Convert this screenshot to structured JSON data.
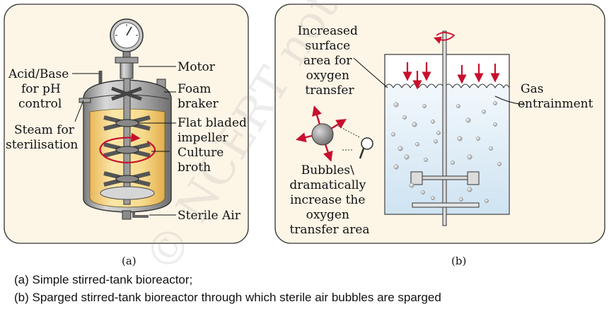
{
  "panel_a": {
    "labels": {
      "motor": "Motor",
      "acid_base": [
        "Acid/Base",
        "for pH",
        "control"
      ],
      "foam": [
        "Foam",
        "braker"
      ],
      "steam": [
        "Steam for",
        "sterilisation"
      ],
      "impeller": [
        "Flat bladed",
        "impeller"
      ],
      "culture": [
        "Culture",
        "broth"
      ],
      "sterile_air": "Sterile Air"
    },
    "sublabel": "(a)"
  },
  "panel_b": {
    "labels": {
      "surface": [
        "Increased",
        "surface",
        "area for",
        "oxygen",
        "transfer"
      ],
      "gas": [
        "Gas",
        "entrainment"
      ],
      "bubbles": [
        "Bubbles\\",
        "dramatically",
        "increase the",
        "oxygen",
        "transfer area"
      ]
    },
    "sublabel": "(b)"
  },
  "captions": [
    "(a) Simple stirred-tank bioreactor;",
    "(b) Sparged stirred-tank bioreactor through which sterile air bubbles are sparged"
  ],
  "watermark": "© NCERT not to be republished",
  "colors": {
    "panel_bg": "#fdf6e7",
    "arrow_red": "#c8102e",
    "broth_yellow": "#f6d98a",
    "liquid_blue": "#dcecf7"
  }
}
